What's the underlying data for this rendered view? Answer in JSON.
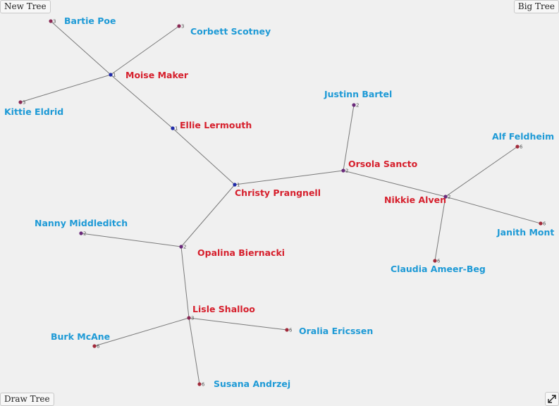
{
  "buttons": {
    "new_tree": "New Tree",
    "big_tree": "Big Tree",
    "draw_tree": "Draw Tree"
  },
  "colors": {
    "internal_label": "#d61f2c",
    "leaf_label": "#1e9ad6",
    "edge": "#7a7a7a",
    "level_1": "#1f2aa8",
    "level_2": "#6a2a7a",
    "level_3": "#8a2a55",
    "level_6": "#a12a3a"
  },
  "tree": {
    "nodes": [
      {
        "id": "christy",
        "name": "Christy Prangnell",
        "level": "1",
        "kind": "internal"
      },
      {
        "id": "ellie",
        "name": "Ellie Lermouth",
        "level": "1",
        "kind": "internal"
      },
      {
        "id": "moise",
        "name": "Moise Maker",
        "level": "1",
        "kind": "internal"
      },
      {
        "id": "bartie",
        "name": "Bartie Poe",
        "level": "3",
        "kind": "leaf"
      },
      {
        "id": "corbett",
        "name": "Corbett Scotney",
        "level": "3",
        "kind": "leaf"
      },
      {
        "id": "kittie",
        "name": "Kittie Eldrid",
        "level": "3",
        "kind": "leaf"
      },
      {
        "id": "orsola",
        "name": "Orsola Sancto",
        "level": "2",
        "kind": "internal"
      },
      {
        "id": "justinn",
        "name": "Justinn Bartel",
        "level": "2",
        "kind": "leaf"
      },
      {
        "id": "nikkie",
        "name": "Nikkie Alven",
        "level": "2",
        "kind": "internal"
      },
      {
        "id": "alf",
        "name": "Alf Feldheim",
        "level": "6",
        "kind": "leaf"
      },
      {
        "id": "janith",
        "name": "Janith Mont",
        "level": "6",
        "kind": "leaf"
      },
      {
        "id": "claudia",
        "name": "Claudia Ameer-Beg",
        "level": "6",
        "kind": "leaf"
      },
      {
        "id": "opalina",
        "name": "Opalina Biernacki",
        "level": "2",
        "kind": "internal"
      },
      {
        "id": "nanny",
        "name": "Nanny Middleditch",
        "level": "2",
        "kind": "leaf"
      },
      {
        "id": "lisle",
        "name": "Lisle Shalloo",
        "level": "3",
        "kind": "internal"
      },
      {
        "id": "burk",
        "name": "Burk McAne",
        "level": "6",
        "kind": "leaf"
      },
      {
        "id": "oralia",
        "name": "Oralia Ericssen",
        "level": "6",
        "kind": "leaf"
      },
      {
        "id": "susana",
        "name": "Susana Andrzej",
        "level": "6",
        "kind": "leaf"
      }
    ],
    "edges": [
      [
        "christy",
        "ellie"
      ],
      [
        "ellie",
        "moise"
      ],
      [
        "moise",
        "bartie"
      ],
      [
        "moise",
        "corbett"
      ],
      [
        "moise",
        "kittie"
      ],
      [
        "christy",
        "orsola"
      ],
      [
        "orsola",
        "justinn"
      ],
      [
        "orsola",
        "nikkie"
      ],
      [
        "nikkie",
        "alf"
      ],
      [
        "nikkie",
        "janith"
      ],
      [
        "nikkie",
        "claudia"
      ],
      [
        "christy",
        "opalina"
      ],
      [
        "opalina",
        "nanny"
      ],
      [
        "opalina",
        "lisle"
      ],
      [
        "lisle",
        "burk"
      ],
      [
        "lisle",
        "oralia"
      ],
      [
        "lisle",
        "susana"
      ]
    ]
  }
}
